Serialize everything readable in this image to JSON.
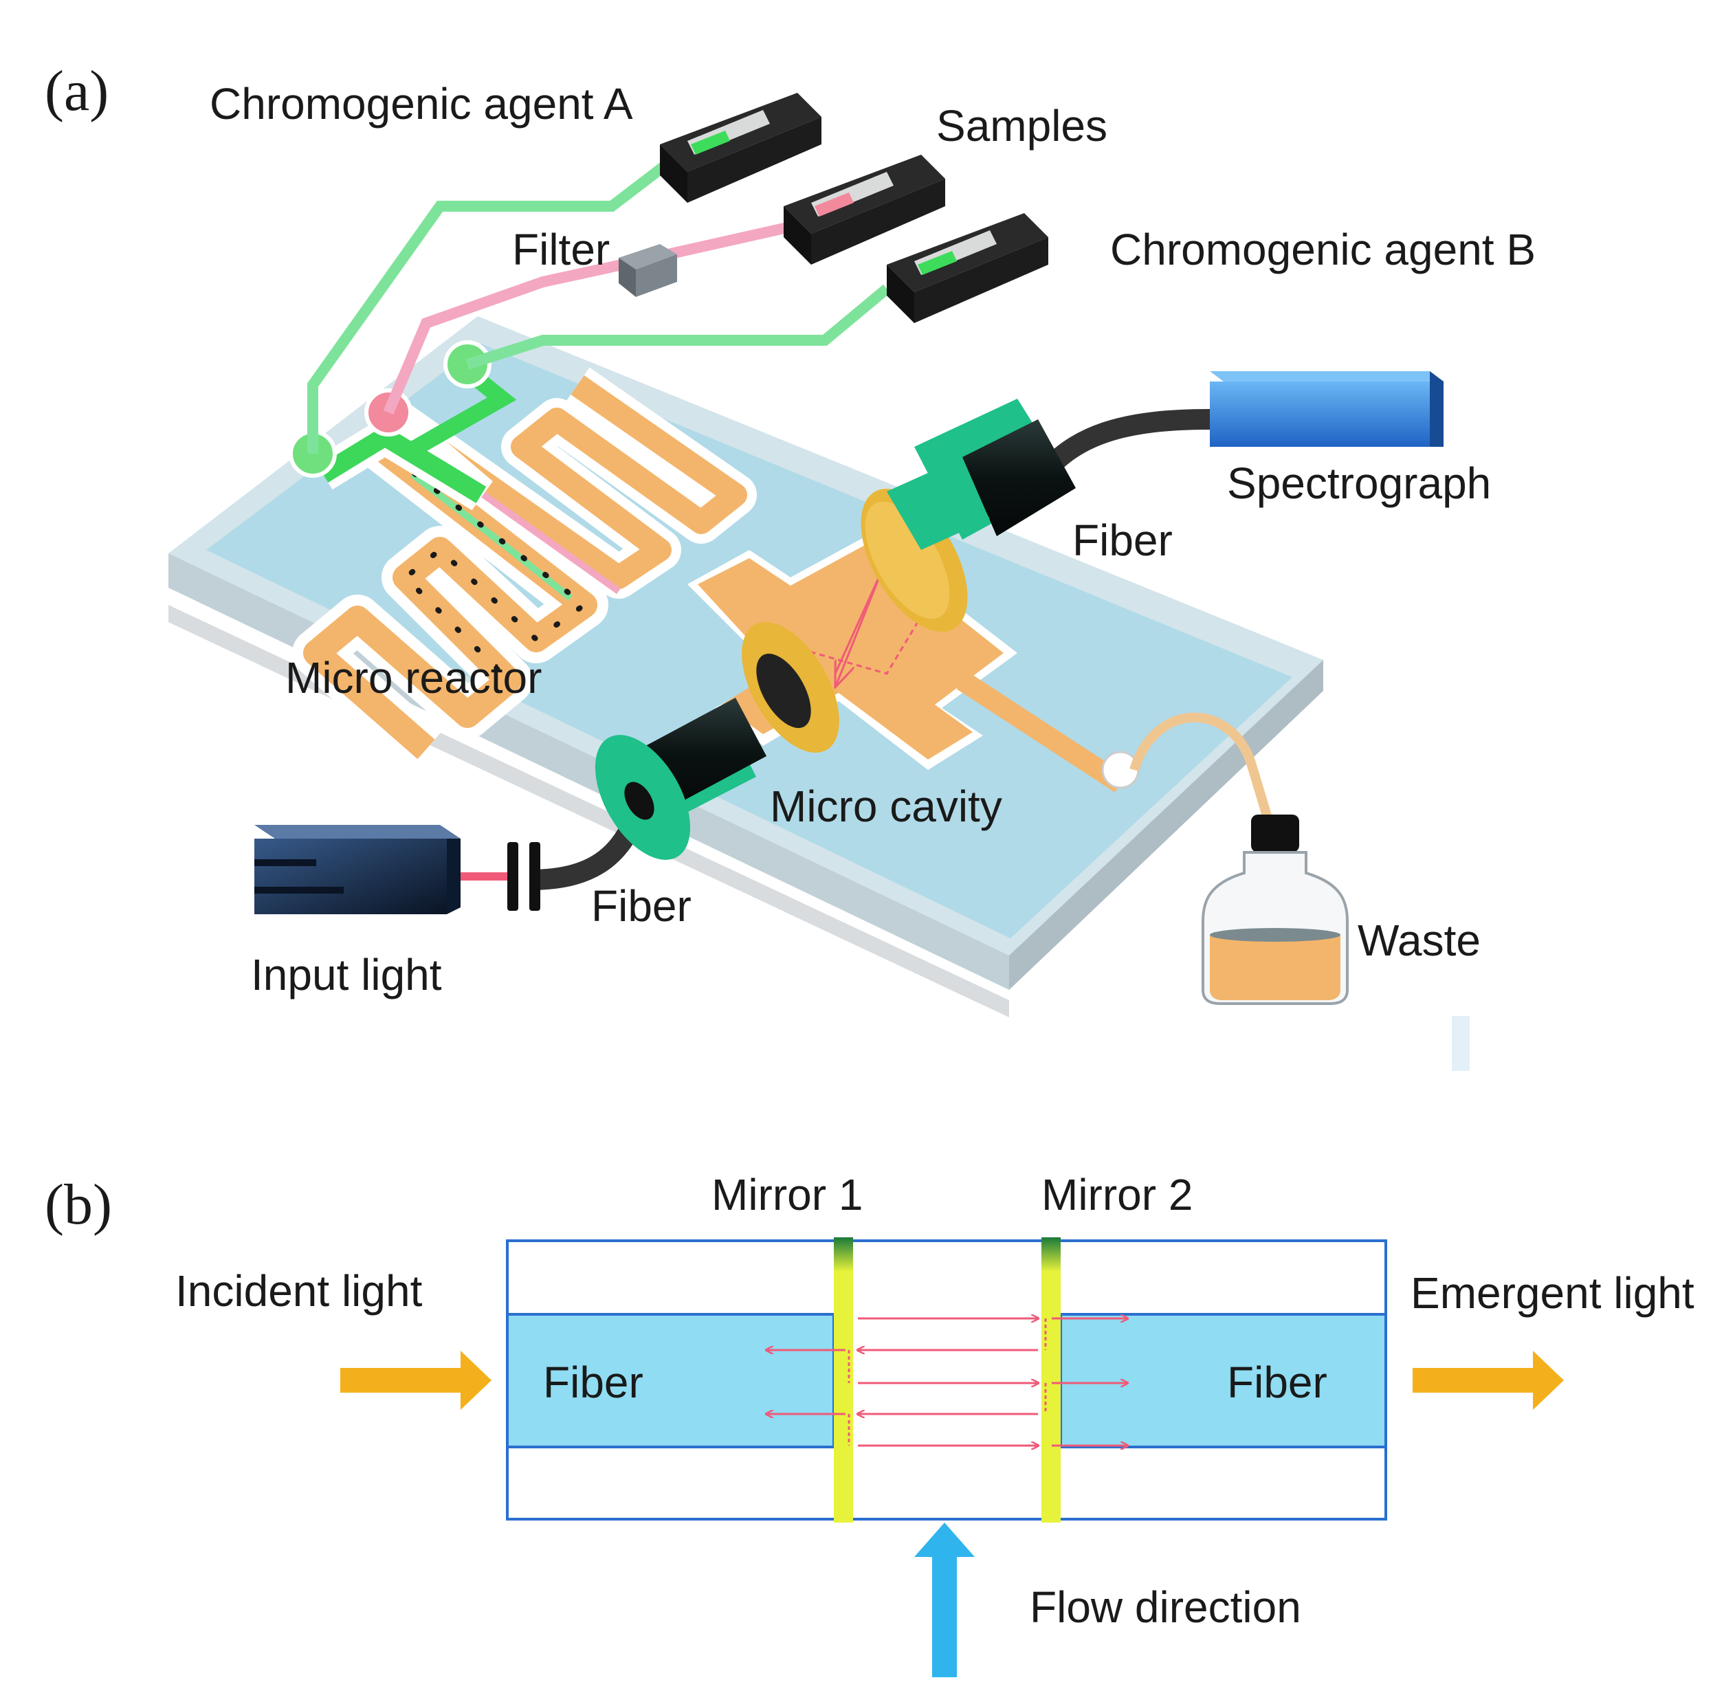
{
  "panel_a": {
    "tag": "(a)",
    "labels": {
      "chromogenic_a": "Chromogenic agent A",
      "samples": "Samples",
      "filter": "Filter",
      "chromogenic_b": "Chromogenic agent B",
      "spectrograph": "Spectrograph",
      "fiber_top": "Fiber",
      "micro_reactor": "Micro reactor",
      "micro_cavity": "Micro cavity",
      "fiber_bottom": "Fiber",
      "input_light": "Input light",
      "waste": "Waste"
    }
  },
  "panel_b": {
    "tag": "(b)",
    "labels": {
      "mirror1": "Mirror 1",
      "mirror2": "Mirror 2",
      "incident_light": "Incident light",
      "emergent_light": "Emergent light",
      "fiber_left": "Fiber",
      "fiber_right": "Fiber",
      "flow_direction": "Flow direction"
    }
  },
  "colors": {
    "chip": "#a9d8e8",
    "green_tube": "#7ee39a",
    "pink_tube": "#f4a7c0",
    "orange_fluid": "#f3b56b",
    "fiber_green": "#1fc08a",
    "spectrograph_blue": "#2f7fd6",
    "fiber_cyan": "#8fdcf3",
    "mirror_yellow": "#e7f23a",
    "arrow_orange": "#f4b01c",
    "arrow_blue": "#2fb4ee",
    "ray_red": "#f05a78",
    "frame_blue": "#2a6fd0"
  }
}
